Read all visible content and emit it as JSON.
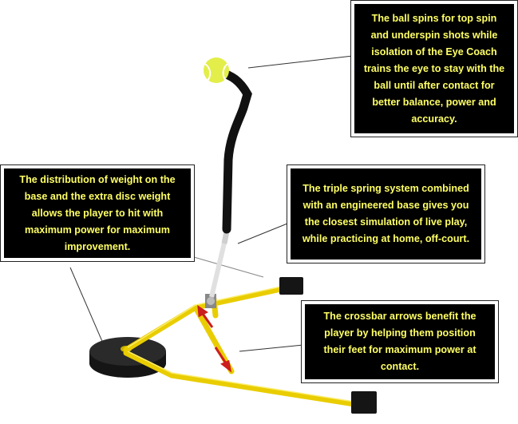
{
  "callouts": {
    "ball_spin": "The ball spins for top spin and underspin shots while isolation of the Eye Coach trains the eye to stay with the ball until after contact for better balance, power and accuracy.",
    "weight": "The distribution of weight on the base and the extra disc weight allows the player to hit with maximum power for maximum improvement.",
    "spring": "The triple spring system combined with an engineered base gives you the closest simulation of live play, while practicing at home, off-court.",
    "crossbar": "The crossbar arrows benefit the player by helping them position their feet for maximum power at contact."
  },
  "colors": {
    "callout_background": "#000000",
    "callout_text": "#ffff66",
    "frame_yellow": "#f2d500",
    "ball_yellow": "#e6f04a",
    "grip_black": "#111111",
    "arrow_red": "#cc1e1e"
  }
}
